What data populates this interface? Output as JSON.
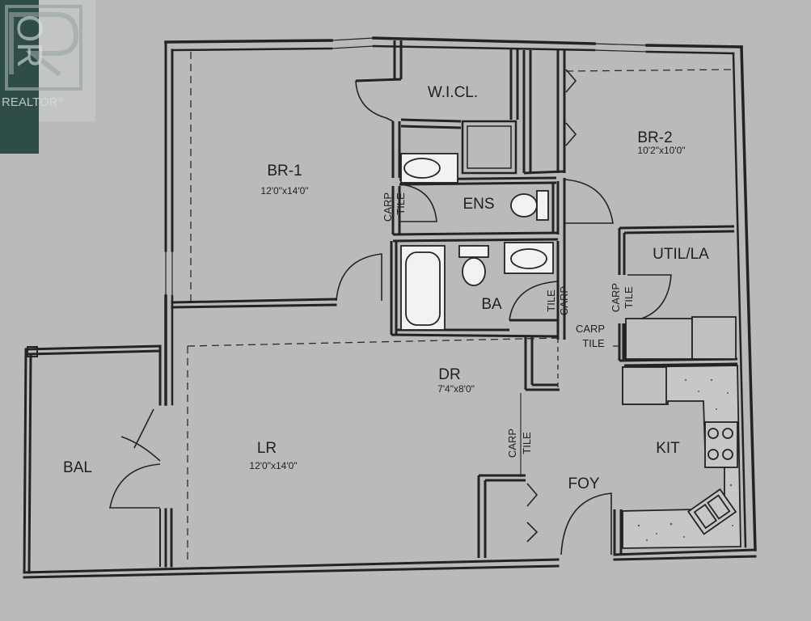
{
  "logo": {
    "brand_text": "REALTOR",
    "registered_mark": "®",
    "corner_text": "OR",
    "colors": {
      "panel": "#2e4d46",
      "mark": "#9aa5a2"
    }
  },
  "rooms": {
    "br1": {
      "name": "BR-1",
      "dims": "12'0\"x14'0\""
    },
    "br2": {
      "name": "BR-2",
      "dims": "10'2\"x10'0\""
    },
    "wicl": {
      "name": "W.I.CL."
    },
    "ens": {
      "name": "ENS"
    },
    "ba": {
      "name": "BA"
    },
    "util": {
      "name": "UTIL/LA"
    },
    "dr": {
      "name": "DR",
      "dims": "7'4\"x8'0\""
    },
    "lr": {
      "name": "LR",
      "dims": "12'0\"x14'0\""
    },
    "kit": {
      "name": "KIT"
    },
    "foy": {
      "name": "FOY"
    },
    "bal": {
      "name": "BAL"
    }
  },
  "floor_labels": {
    "carp": "CARP",
    "tile": "TILE"
  },
  "colors": {
    "background": "#b9bbba",
    "wall": "#222423",
    "fixture": "#f1f2f1",
    "line": "#2a2b2b"
  }
}
